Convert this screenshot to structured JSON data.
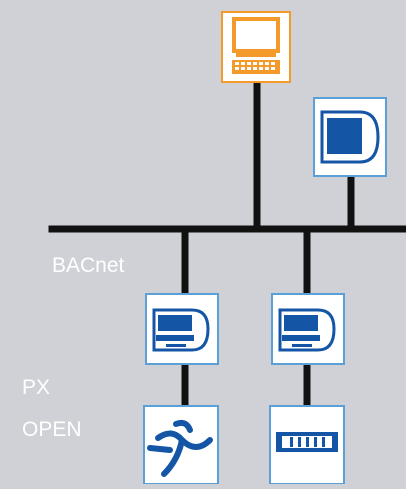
{
  "labels": {
    "bus": "BACnet",
    "px_line1": "PX",
    "px_line2": "OPEN"
  },
  "colors": {
    "background": "#cfd1d6",
    "bus_line": "#111111",
    "workstation_frame": "#f39a2a",
    "device_frame": "#5a9fd6",
    "screen_blue": "#1455a6",
    "label_text": "#ffffff"
  },
  "nodes": [
    {
      "id": "workstation",
      "icon": "computer-workstation-icon"
    },
    {
      "id": "operator-panel",
      "icon": "touch-panel-icon"
    },
    {
      "id": "controller-1",
      "icon": "controller-display-icon"
    },
    {
      "id": "controller-2",
      "icon": "controller-display-icon"
    },
    {
      "id": "field-device-1",
      "icon": "field-device-icon"
    },
    {
      "id": "field-device-2",
      "icon": "io-module-icon"
    }
  ]
}
